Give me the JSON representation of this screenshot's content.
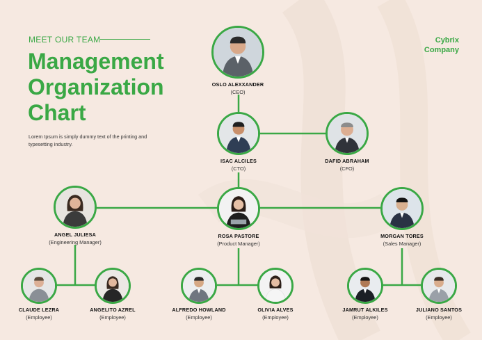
{
  "header": {
    "kicker": "MEET OUR TEAM",
    "title_lines": [
      "Management",
      "Organization",
      "Chart"
    ],
    "description": "Lorem Ipsum is simply dummy text of the printing and typesetting industry.",
    "brand_lines": [
      "Cybrix",
      "Company"
    ]
  },
  "colors": {
    "accent": "#3aa845",
    "background": "#f6e9e1",
    "text": "#111111"
  },
  "people": [
    {
      "name": "OSLO ALEXXANDER",
      "role": "(CEO)",
      "icon": "person-photo-icon"
    },
    {
      "name": "ISAC ALCILES",
      "role": "(CTO)",
      "icon": "person-photo-icon"
    },
    {
      "name": "DAFID ABRAHAM",
      "role": "(CFO)",
      "icon": "person-photo-icon"
    },
    {
      "name": "ANGEL JULIESA",
      "role": "(Engineering Manager)",
      "icon": "person-photo-icon"
    },
    {
      "name": "ROSA PASTORE",
      "role": "(Product Manager)",
      "icon": "person-photo-icon"
    },
    {
      "name": "MORGAN TORES",
      "role": "(Sales Manager)",
      "icon": "person-photo-icon"
    },
    {
      "name": "CLAUDE LEZRA",
      "role": "(Employee)",
      "icon": "person-photo-icon"
    },
    {
      "name": "ANGELITO AZREL",
      "role": "(Employee)",
      "icon": "person-photo-icon"
    },
    {
      "name": "ALFREDO HOWLAND",
      "role": "(Employee)",
      "icon": "person-photo-icon"
    },
    {
      "name": "OLIVIA ALVES",
      "role": "(Employee)",
      "icon": "person-photo-icon"
    },
    {
      "name": "JAMRUT ALKILES",
      "role": "(Employee)",
      "icon": "person-photo-icon"
    },
    {
      "name": "JULIANO SANTOS",
      "role": "(Employee)",
      "icon": "person-photo-icon"
    }
  ]
}
